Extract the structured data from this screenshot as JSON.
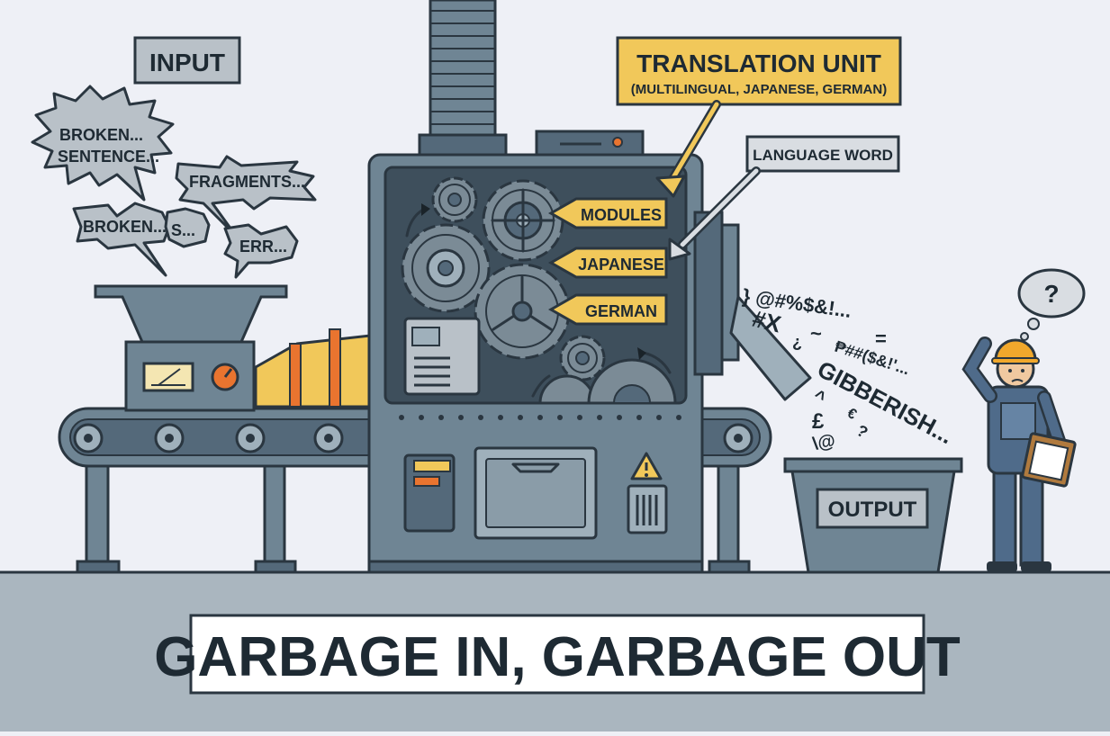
{
  "labels": {
    "input": "INPUT",
    "output": "OUTPUT",
    "translation_unit": "TRANSLATION UNIT",
    "translation_unit_sub": "(MULTILINGUAL, JAPANESE, GERMAN)",
    "language_word": "LANGUAGE WORD",
    "title": "GARBAGE IN, GARBAGE OUT"
  },
  "bubbles": {
    "broken_sentence_line1": "BROKEN...",
    "broken_sentence_line2": "SENTENCE...",
    "fragments": "FRAGMENTS...",
    "broken": "BROKEN...",
    "s": "S...",
    "err": "ERR..."
  },
  "modules": [
    "MODULES",
    "JAPANESE",
    "GERMAN"
  ],
  "gibberish": {
    "line1": "} @#%$&!...",
    "line2": "#X",
    "line3": "₱##($&!'...",
    "line4": "GIBBERISH...",
    "line5": "£",
    "line6": "\\@",
    "bits": [
      "¿",
      "~",
      "=",
      "^",
      "?",
      "€"
    ]
  },
  "worker": {
    "thought": "?"
  },
  "colors": {
    "accent": "#f1c85a",
    "steel": "#6f8594",
    "background": "#eef0f6",
    "floor": "#aab6bf"
  },
  "icons": [
    "gear-icon",
    "warning-icon",
    "thought-bubble-icon",
    "hard-hat-icon",
    "clipboard-icon",
    "gauge-icon",
    "dial-icon"
  ]
}
